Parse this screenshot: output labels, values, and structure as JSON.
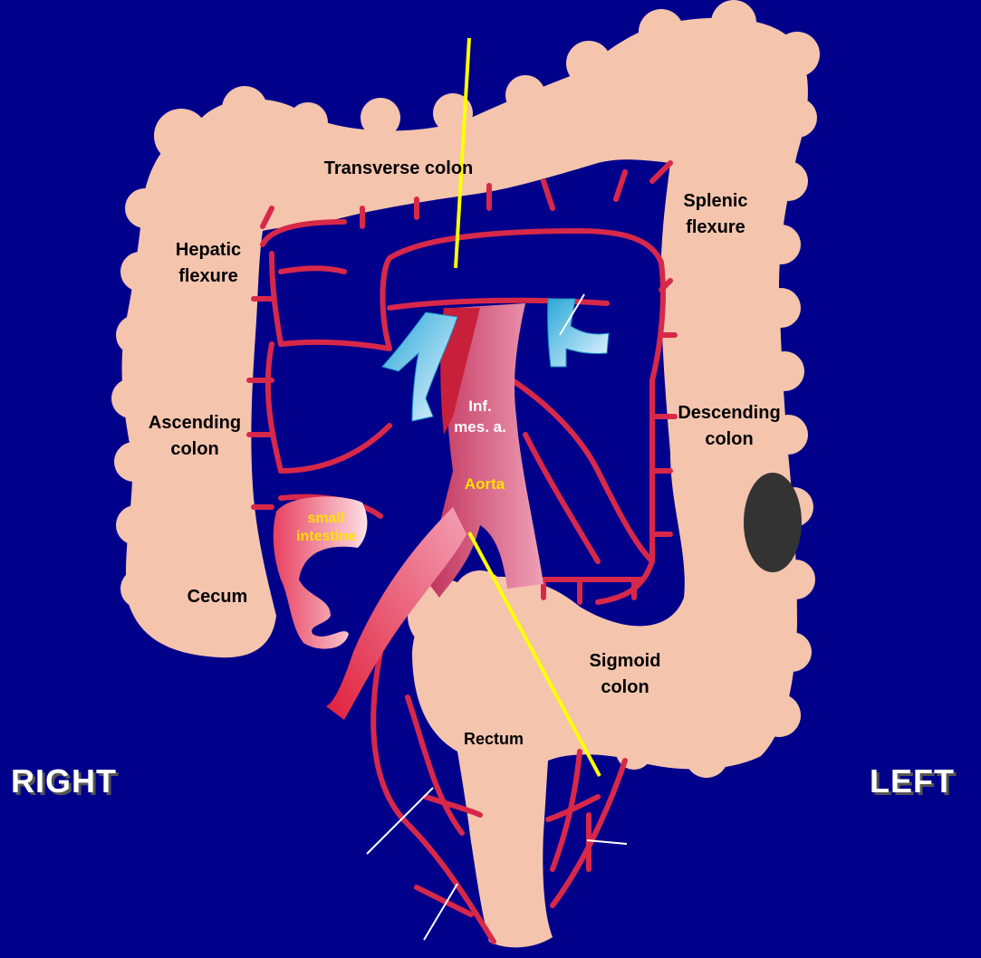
{
  "labels": {
    "transverse_colon": "Transverse colon",
    "splenic_flexure": "Splenic\nflexure",
    "hepatic_flexure": "Hepatic\nflexure",
    "ascending_colon": "Ascending\ncolon",
    "descending_colon": "Descending\ncolon",
    "cecum": "Cecum",
    "sigmoid_colon": "Sigmoid\ncolon",
    "rectum": "Rectum",
    "inf_mes_a": "Inf.\nmes. a.",
    "aorta": "Aorta",
    "small_intestine": "small\nintestine"
  },
  "sides": {
    "right": "RIGHT",
    "left": "LEFT"
  },
  "colors": {
    "background": "#00008b",
    "colon": "#f4c4ad",
    "vessel": "#d8284a",
    "vein": "#66c8e8",
    "cut_line": "#ffff00",
    "tumor": "#333333"
  }
}
